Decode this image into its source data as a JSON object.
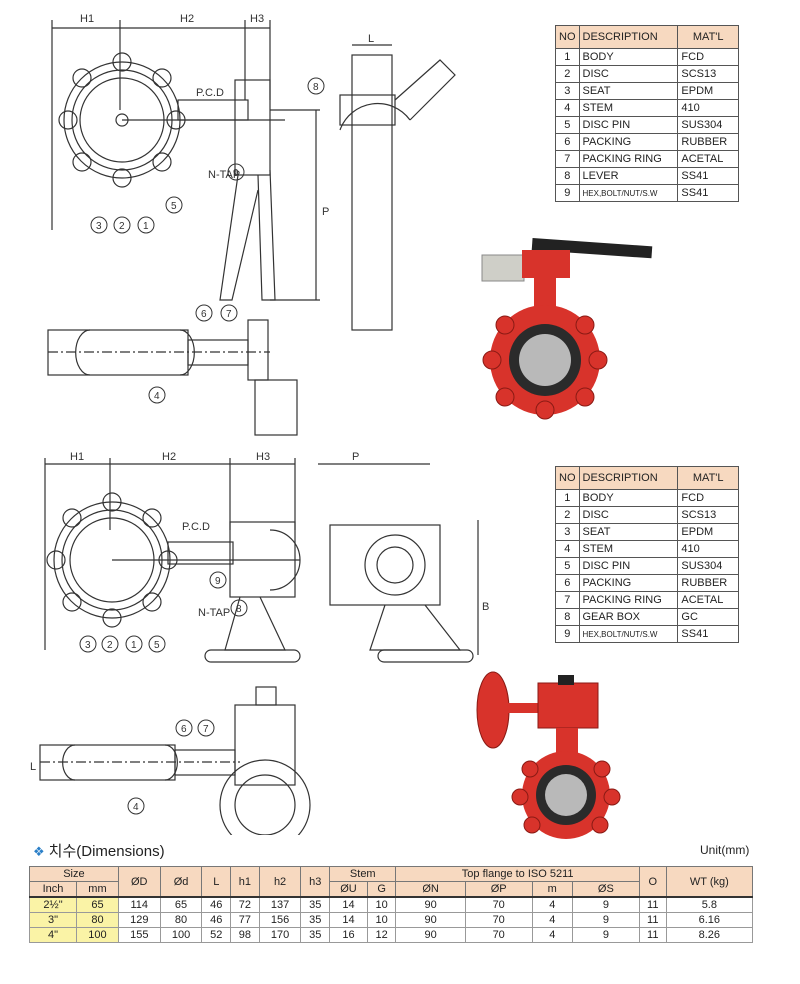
{
  "drawing_top": {
    "dim_labels": [
      "H1",
      "H2",
      "H3",
      "L",
      "P"
    ],
    "pcd": "P.C.D",
    "ntap": "N-TAP",
    "part_callouts": [
      "1",
      "2",
      "3",
      "4",
      "5",
      "6",
      "7",
      "8",
      "9"
    ]
  },
  "drawing_bottom": {
    "dim_labels": [
      "H1",
      "H2",
      "H3",
      "P",
      "B",
      "L"
    ],
    "pcd": "P.C.D",
    "ntap": "N-TAP",
    "part_callouts": [
      "1",
      "2",
      "3",
      "4",
      "5",
      "6",
      "7",
      "8",
      "9"
    ]
  },
  "materials_top": {
    "headers": [
      "NO",
      "DESCRIPTION",
      "MAT'L"
    ],
    "rows": [
      {
        "no": "1",
        "desc": "BODY",
        "mat": "FCD"
      },
      {
        "no": "2",
        "desc": "DISC",
        "mat": "SCS13"
      },
      {
        "no": "3",
        "desc": "SEAT",
        "mat": "EPDM"
      },
      {
        "no": "4",
        "desc": "STEM",
        "mat": "410"
      },
      {
        "no": "5",
        "desc": "DISC PIN",
        "mat": "SUS304"
      },
      {
        "no": "6",
        "desc": "PACKING",
        "mat": "RUBBER"
      },
      {
        "no": "7",
        "desc": "PACKING RING",
        "mat": "ACETAL"
      },
      {
        "no": "8",
        "desc": "LEVER",
        "mat": "SS41"
      },
      {
        "no": "9",
        "desc": "HEX,BOLT/NUT/S.W",
        "mat": "SS41"
      }
    ]
  },
  "materials_bottom": {
    "headers": [
      "NO",
      "DESCRIPTION",
      "MAT'L"
    ],
    "rows": [
      {
        "no": "1",
        "desc": "BODY",
        "mat": "FCD"
      },
      {
        "no": "2",
        "desc": "DISC",
        "mat": "SCS13"
      },
      {
        "no": "3",
        "desc": "SEAT",
        "mat": "EPDM"
      },
      {
        "no": "4",
        "desc": "STEM",
        "mat": "410"
      },
      {
        "no": "5",
        "desc": "DISC PIN",
        "mat": "SUS304"
      },
      {
        "no": "6",
        "desc": "PACKING",
        "mat": "RUBBER"
      },
      {
        "no": "7",
        "desc": "PACKING RING",
        "mat": "ACETAL"
      },
      {
        "no": "8",
        "desc": "GEAR BOX",
        "mat": "GC"
      },
      {
        "no": "9",
        "desc": "HEX,BOLT/NUT/S.W",
        "mat": "SS41"
      }
    ]
  },
  "dimensions": {
    "title": "치수(Dimensions)",
    "unit": "Unit(mm)",
    "header_row1": [
      "Size",
      "ØD",
      "Ød",
      "L",
      "h1",
      "h2",
      "h3",
      "Stem",
      "Top flange to ISO 5211",
      "O",
      "WT (kg)"
    ],
    "header_row2": [
      "Inch",
      "mm",
      "ØU",
      "G",
      "ØN",
      "ØP",
      "m",
      "ØS"
    ],
    "rows": [
      [
        "2½\"",
        "65",
        "114",
        "65",
        "46",
        "72",
        "137",
        "35",
        "14",
        "10",
        "90",
        "70",
        "4",
        "9",
        "11",
        "5.8"
      ],
      [
        "3\"",
        "80",
        "129",
        "80",
        "46",
        "77",
        "156",
        "35",
        "14",
        "10",
        "90",
        "70",
        "4",
        "9",
        "11",
        "6.16"
      ],
      [
        "4\"",
        "100",
        "155",
        "100",
        "52",
        "98",
        "170",
        "35",
        "16",
        "12",
        "90",
        "70",
        "4",
        "9",
        "11",
        "8.26"
      ]
    ]
  },
  "colors": {
    "header_fill": "#f7d9c0",
    "size_fill": "#faf3a6",
    "valve_red": "#d8332b"
  }
}
